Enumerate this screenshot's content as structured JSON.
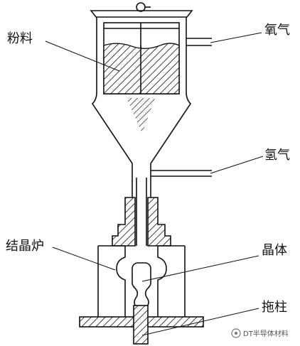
{
  "labels": {
    "powder": "粉料",
    "oxygen": "氧气",
    "hydrogen": "氢气",
    "furnace": "结晶炉",
    "crystal": "晶体",
    "pedestal": "拖柱"
  },
  "watermark": "DT半导体材料"
}
